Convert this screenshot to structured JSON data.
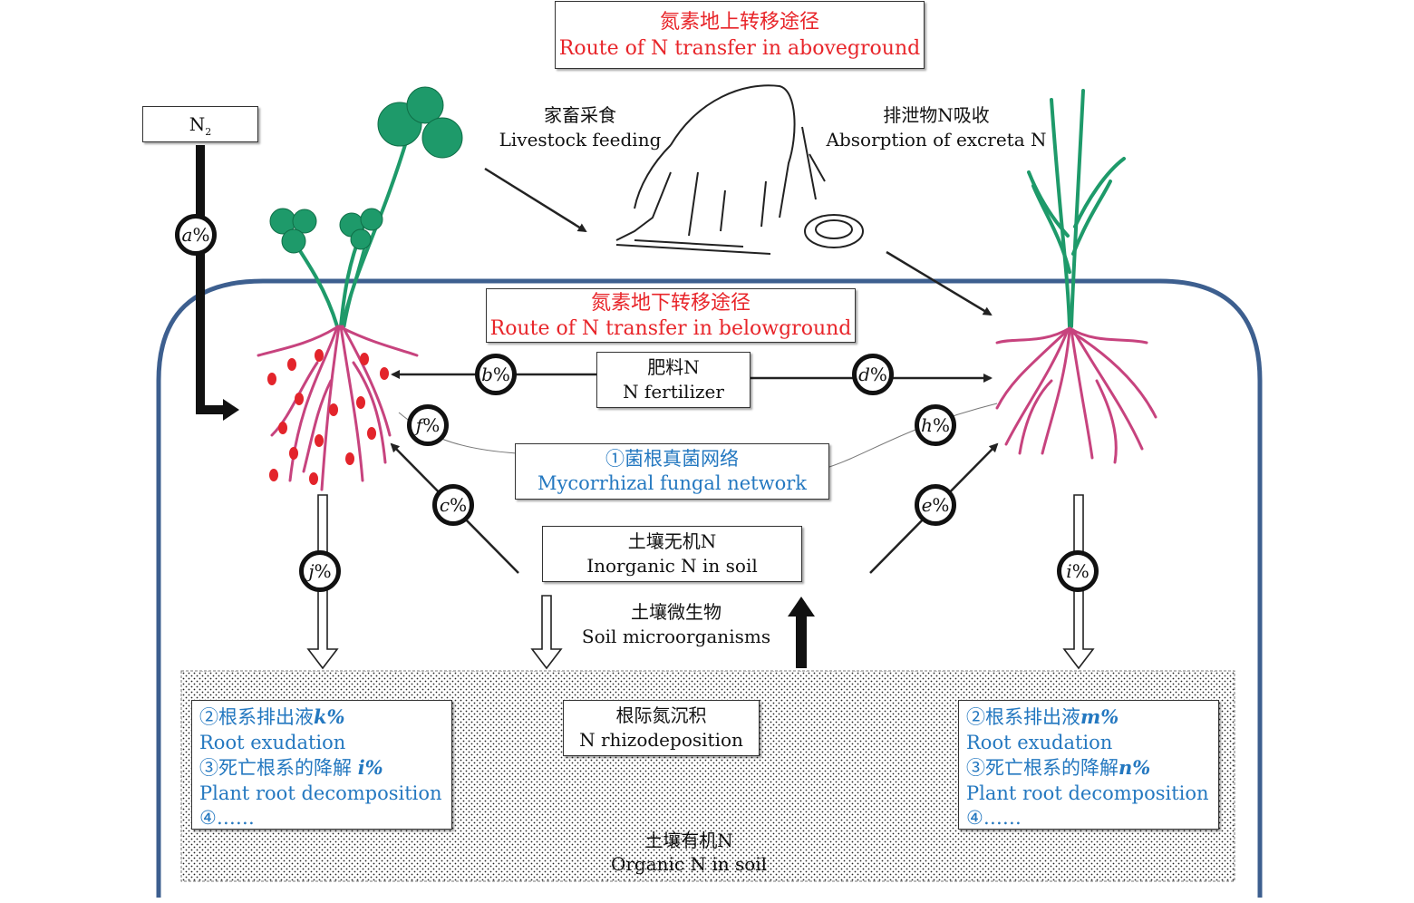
{
  "title_above": {
    "zh": "氮素地上转移途径",
    "en": "Route of N transfer in aboveground"
  },
  "title_below": {
    "zh": "氮素地下转移途径",
    "en": "Route of N transfer in belowground"
  },
  "n2": {
    "main": "N",
    "sub": "2"
  },
  "livestock": {
    "zh": "家畜采食",
    "en": "Livestock feeding"
  },
  "excreta": {
    "zh": "排泄物N吸收",
    "en": "Absorption of excreta N"
  },
  "fertilizer": {
    "zh": "肥料N",
    "en": "N fertilizer"
  },
  "mycorrhizal": {
    "zh": "①菌根真菌网络",
    "en": "Mycorrhizal fungal network"
  },
  "inorganic": {
    "zh": "土壤无机N",
    "en": "Inorganic N in soil"
  },
  "microbes": {
    "zh": "土壤微生物",
    "en": "Soil microorganisms"
  },
  "rhizo": {
    "zh": "根际氮沉积",
    "en": "N rhizodeposition"
  },
  "organic": {
    "zh": "土壤有机N",
    "en": "Organic N in soil"
  },
  "pct": "%",
  "rates": {
    "a": "a",
    "b": "b",
    "c": "c",
    "d": "d",
    "e": "e",
    "f": "f",
    "h": "h",
    "i": "i",
    "j": "j"
  },
  "left_box": {
    "l1_zh": "②根系排出液",
    "l1_var": "k%",
    "l2": "Root exudation",
    "l3_zh": "③死亡根系的降解 ",
    "l3_var": "i%",
    "l4": "Plant root decomposition",
    "l5": "④……"
  },
  "right_box": {
    "l1_zh": "②根系排出液",
    "l1_var": "m%",
    "l2": "Root exudation",
    "l3_zh": "③死亡根系的降解",
    "l3_var": "n%",
    "l4": "Plant root decomposition",
    "l5": "④……"
  },
  "colors": {
    "red": "#e8252a",
    "blue": "#2478c0",
    "frame": "#3d5f8f",
    "leaf": "#1e9a6a",
    "root": "#c7437e",
    "nodule": "#e3242b"
  }
}
